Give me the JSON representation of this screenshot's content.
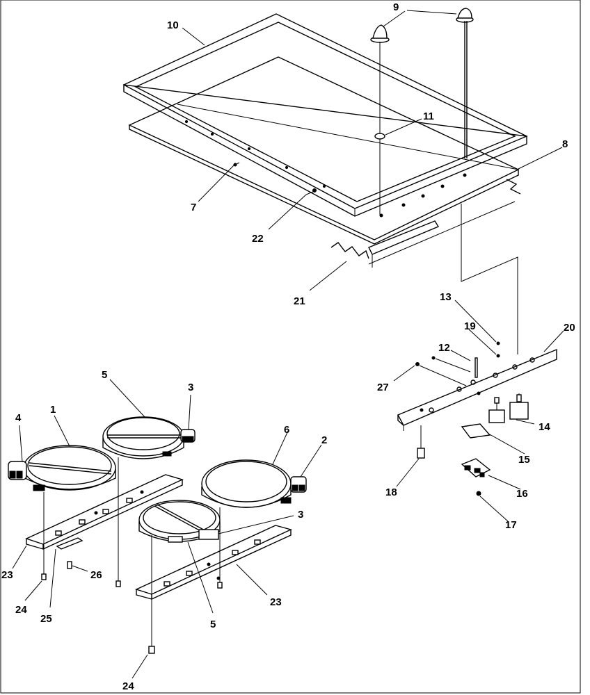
{
  "diagram": {
    "callouts": {
      "c1": "1",
      "c2": "2",
      "c3a": "3",
      "c3b": "3",
      "c4": "4",
      "c5a": "5",
      "c5b": "5",
      "c6": "6",
      "c7": "7",
      "c8": "8",
      "c9": "9",
      "c10": "10",
      "c11": "11",
      "c12": "12",
      "c13": "13",
      "c14": "14",
      "c15": "15",
      "c16": "16",
      "c17": "17",
      "c18": "18",
      "c19": "19",
      "c20": "20",
      "c21": "21",
      "c22": "22",
      "c23a": "23",
      "c23b": "23",
      "c24a": "24",
      "c24b": "24",
      "c25": "25",
      "c26": "26",
      "c27": "27"
    }
  }
}
